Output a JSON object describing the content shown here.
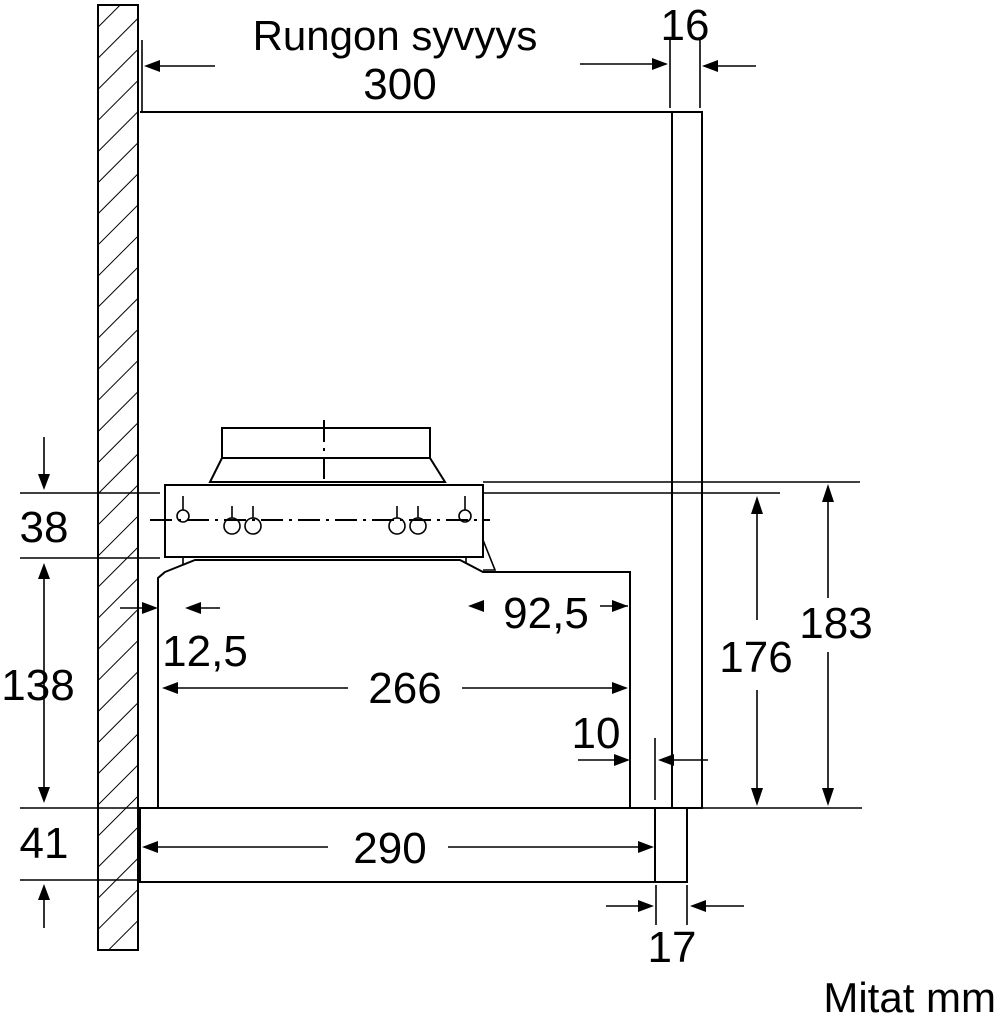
{
  "labels": {
    "depth_title": "Rungon syvyys",
    "units_note": "Mitat mm"
  },
  "dimensions": {
    "body_depth": "300",
    "panel_thickness": "16",
    "bracket_height": "38",
    "lower_height": "138",
    "bottom_height": "41",
    "wall_offset": "12,5",
    "rear_offset": "92,5",
    "body_width": "266",
    "front_gap": "10",
    "total_width": "290",
    "front_panel": "17",
    "height_176": "176",
    "height_183": "183"
  }
}
